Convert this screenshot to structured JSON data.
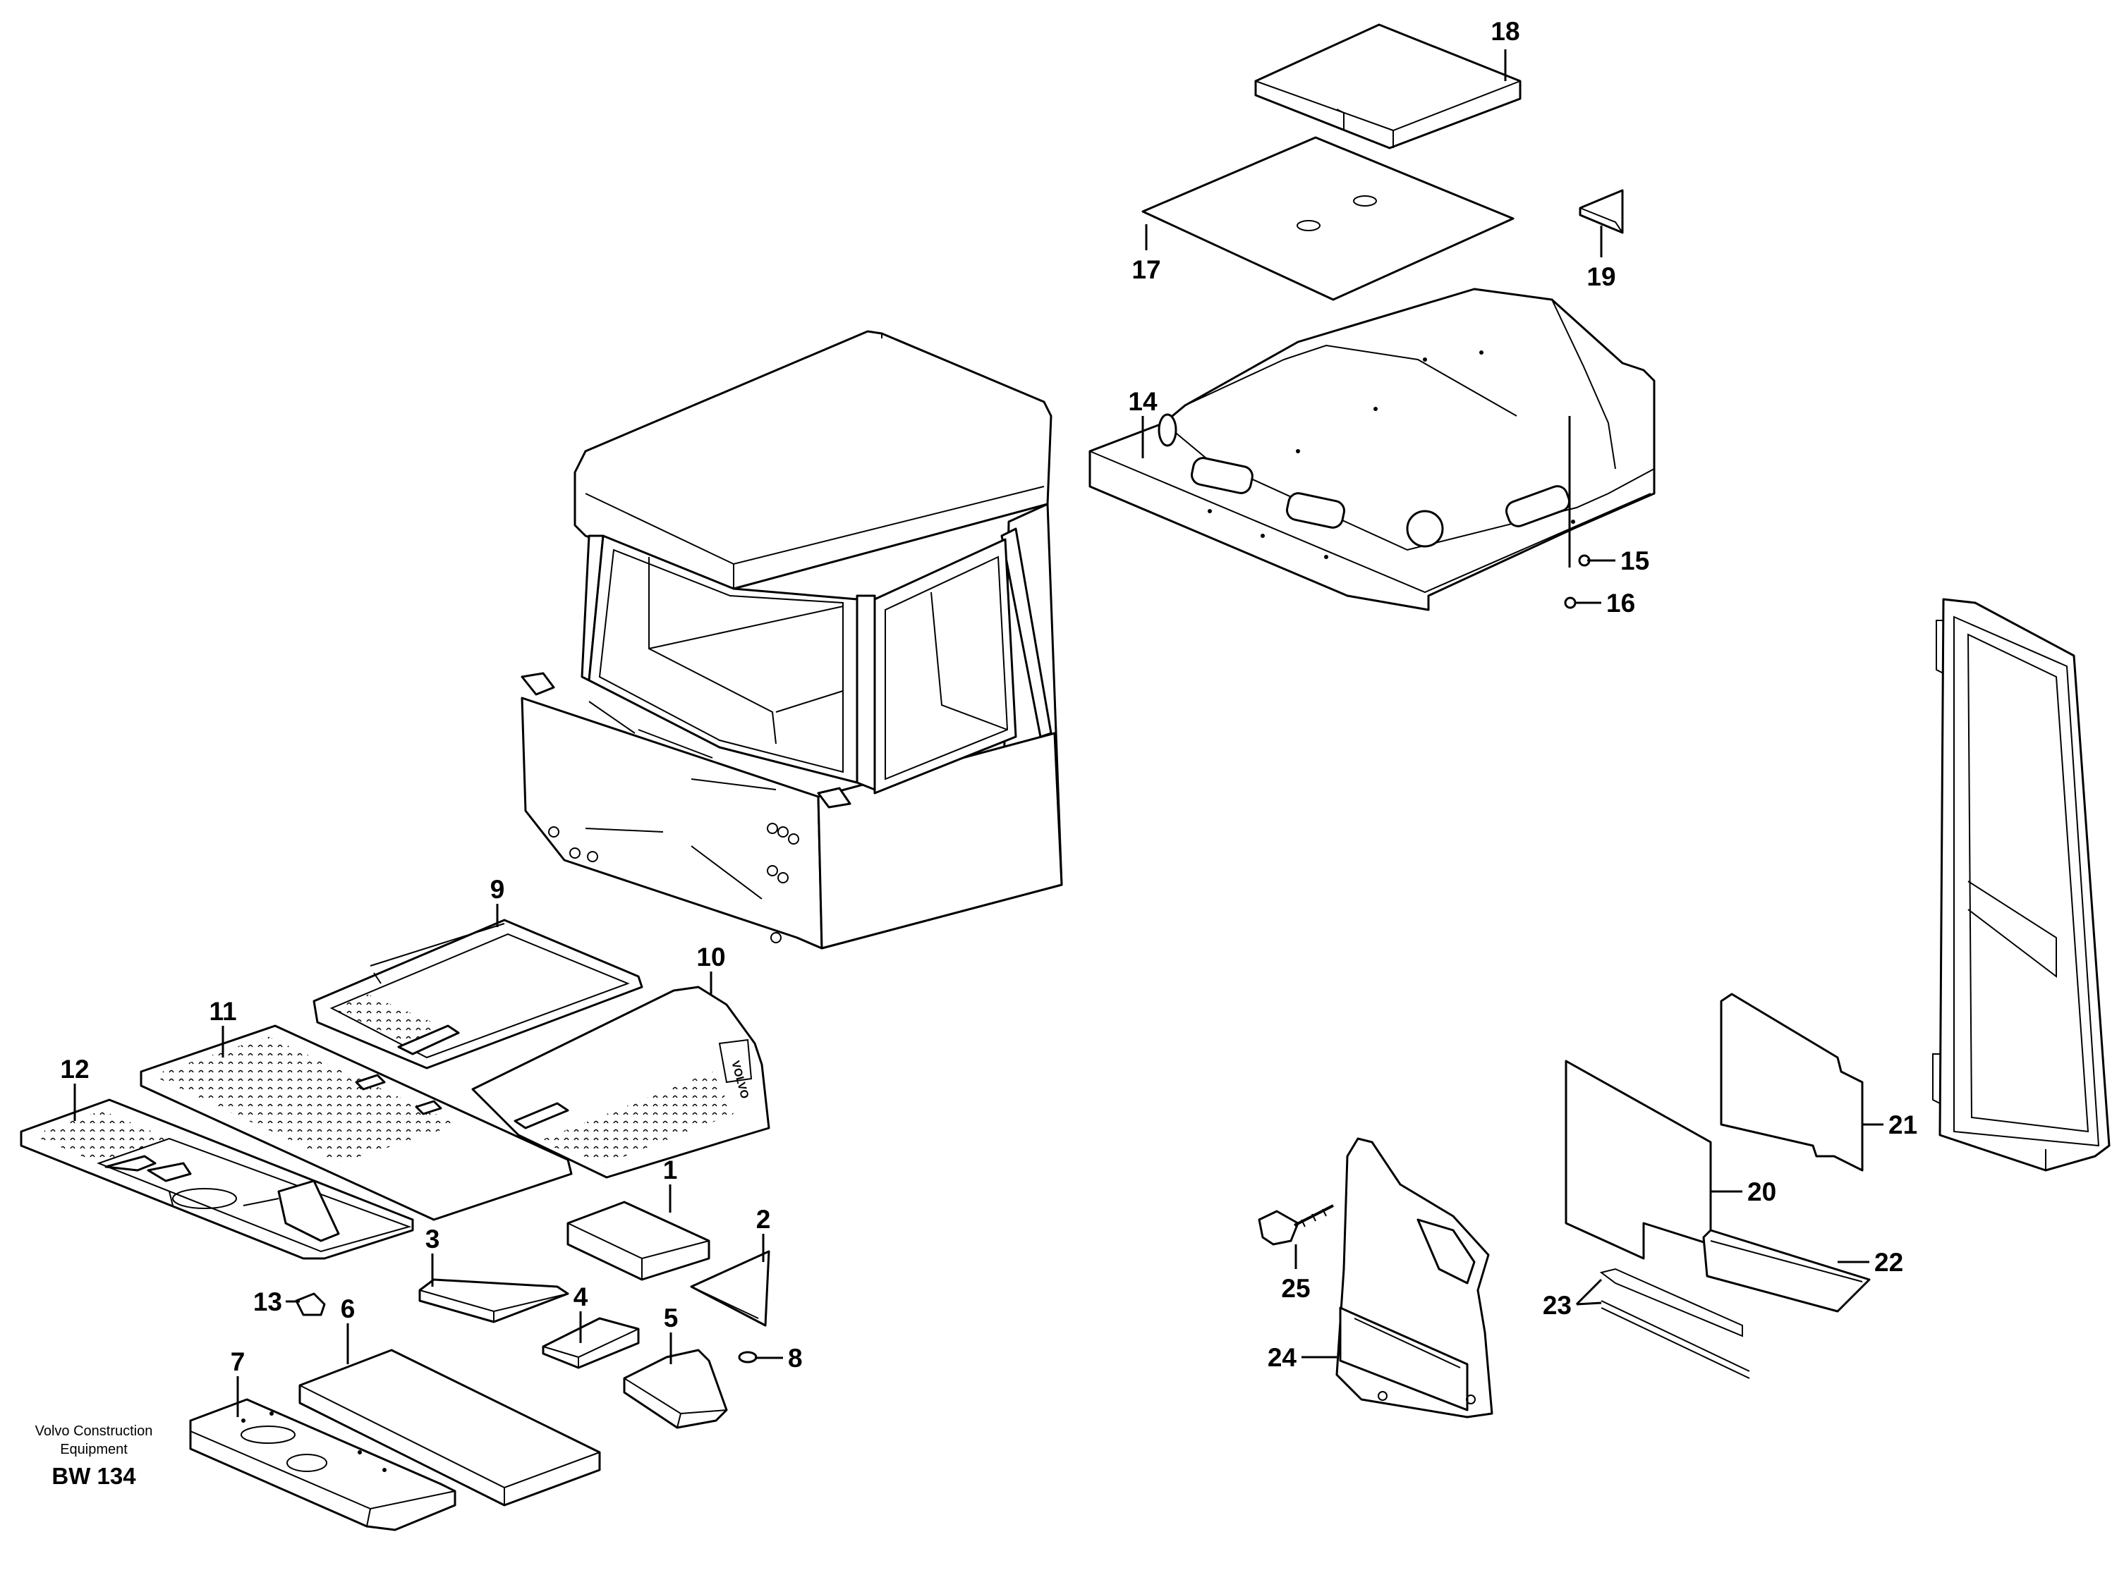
{
  "credit": {
    "line1": "Volvo Construction",
    "line2": "Equipment",
    "code": "BW 134"
  },
  "logo_text": "VOLVO",
  "callouts": {
    "p1": "1",
    "p2": "2",
    "p3": "3",
    "p4": "4",
    "p5": "5",
    "p6": "6",
    "p7": "7",
    "p8": "8",
    "p9": "9",
    "p10": "10",
    "p11": "11",
    "p12": "12",
    "p13": "13",
    "p14": "14",
    "p15": "15",
    "p16": "16",
    "p17": "17",
    "p18": "18",
    "p19": "19",
    "p20": "20",
    "p21": "21",
    "p22": "22",
    "p23": "23",
    "p24": "24",
    "p25": "25"
  }
}
